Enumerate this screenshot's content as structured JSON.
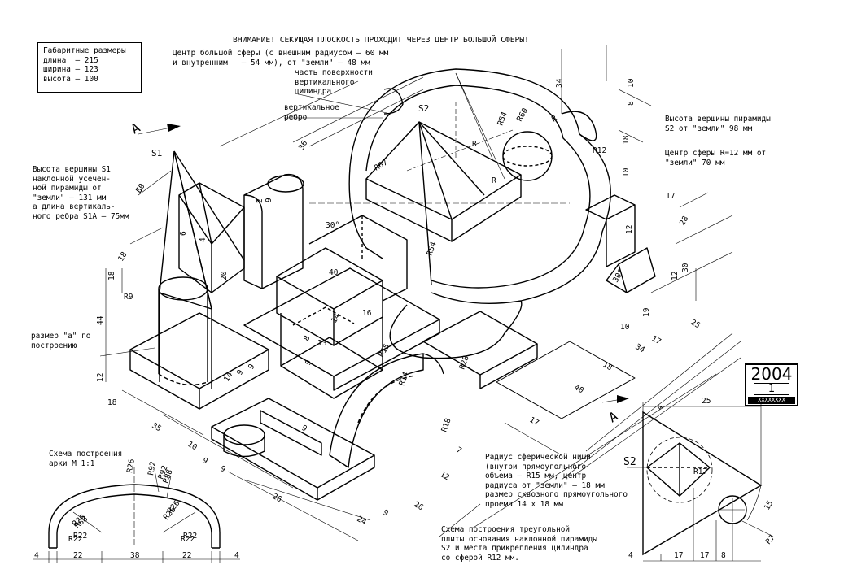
{
  "header": {
    "warning": "ВНИМАНИЕ! СЕКУЩАЯ ПЛОСКОСТЬ ПРОХОДИТ ЧЕРЕЗ ЦЕНТР БОЛЬШОЙ СФЕРЫ!"
  },
  "overall_dims": {
    "title": "Габаритные размеры",
    "length": "длина  — 215",
    "width": "ширина — 123",
    "height": "высота — 100"
  },
  "notes": {
    "big_sphere": "Центр большой сферы (с внешним радиусом — 60 мм\nи внутренним   — 54 мм), от \"земли\" — 48 мм",
    "cylinder_surface": "часть поверхности\nвертикального\nцилиндра",
    "vertical_edge": "вертикальное\nребро",
    "pyramid_s1": "Высота вершины S1\nнаклонной усечен-\nной пирамиды от\n\"земли\" — 131 мм\nа длина вертикаль-\nного ребра S1A — 75мм",
    "size_a": "размер \"а\" по\nпостроению",
    "pyramid_s2": "Высота вершины пирамиды\nS2 от \"земли\" 98 мм",
    "small_sphere": "Центр сферы R=12 мм от\n\"земли\" 70 мм",
    "sphere_niche": "Радиус сферической ниши\n(внутри прямоугольного\nобъема — R15 мм, центр\nрадиуса от \"земли\" — 18 мм\nразмер сквозного прямоугольного\nпроема 14 х 18 мм",
    "arch_title": "Схема построения\nарки М 1:1",
    "triangle_scheme": "Схема построения треугольной\nплиты основания наклонной пирамиды\nS2 и места прикрепления цилиндра\nсо сферой R12 мм."
  },
  "title_block": {
    "year": "2004",
    "number": "1",
    "code": "XXXXXXXX"
  },
  "labels": {
    "a_top": "А",
    "a_right": "А",
    "s1": "S1",
    "s2_main": "S2",
    "s2_scheme": "S2",
    "dim_labels": [
      "50",
      "18",
      "18",
      "44",
      "12",
      "R9",
      "18",
      "35",
      "10",
      "9",
      "9",
      "9",
      "26",
      "24",
      "9",
      "26",
      "12",
      "7",
      "17",
      "40",
      "18",
      "34",
      "17",
      "25",
      "10",
      "19",
      "28",
      "30",
      "12",
      "17",
      "12",
      "10",
      "18",
      "8",
      "10",
      "34",
      "R54",
      "R60",
      "R12",
      "R",
      "R",
      "R",
      "R67",
      "R54",
      "R15",
      "R14",
      "R28",
      "R18",
      "R26",
      "R92",
      "R88",
      "R26",
      "R22",
      "R22",
      "R7",
      "R17",
      "40",
      "14",
      "16",
      "14",
      "9",
      "9",
      "9",
      "8",
      "13",
      "6",
      "4",
      "2",
      "15",
      "30°",
      "30°",
      "36",
      "9",
      "20",
      "6"
    ],
    "scheme_dims": {
      "d25": "25",
      "d4_top": "4",
      "d4_bottom": "4",
      "d17a": "17",
      "d17b": "17",
      "d8": "8"
    },
    "arch_dims": {
      "d4a": "4",
      "d22a": "22",
      "d38": "38",
      "d22b": "22",
      "d4b": "4",
      "r92": "R92",
      "r88": "R88",
      "r26a": "R26",
      "r26b": "R26",
      "r22a": "R22",
      "r22b": "R22"
    }
  }
}
